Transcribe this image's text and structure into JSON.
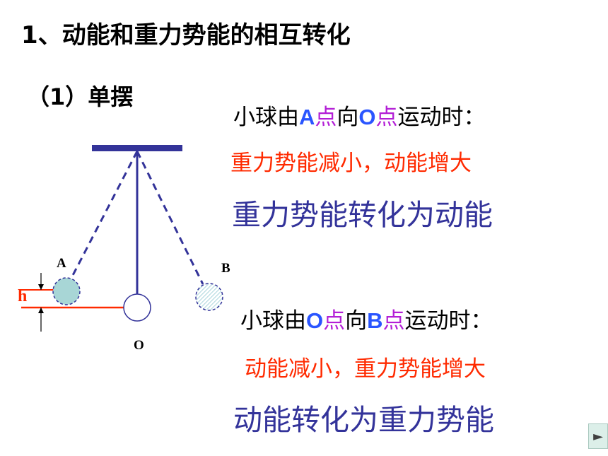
{
  "title": "1、动能和重力势能的相互转化",
  "subtitle": "（1）单摆",
  "a_to_o": {
    "pre": "小球由",
    "p1": "A",
    "m1": "点",
    "mid": "向",
    "p2": "O",
    "m2": "点",
    "post": "运动时：",
    "change": "重力势能减小，动能增大",
    "conclusion": "重力势能转化为动能"
  },
  "o_to_b": {
    "pre": "小球由",
    "p1": "O",
    "m1": "点",
    "mid": "向",
    "p2": "B",
    "m2": "点",
    "post": "运动时：",
    "change": "动能减小，重力势能增大",
    "conclusion": "动能转化为重力势能"
  },
  "diagram": {
    "label_a": "A",
    "label_b": "B",
    "label_o": "O",
    "label_h": "h"
  },
  "nav": {
    "icon": "play-next-icon",
    "glyph": "►"
  },
  "colors": {
    "red": "#ff2a00",
    "blue_text": "#33339a",
    "letter_blue": "#2a55ff",
    "purple": "#b31fd6",
    "pendulum": "#333399",
    "ball": "#a8d6d6"
  }
}
